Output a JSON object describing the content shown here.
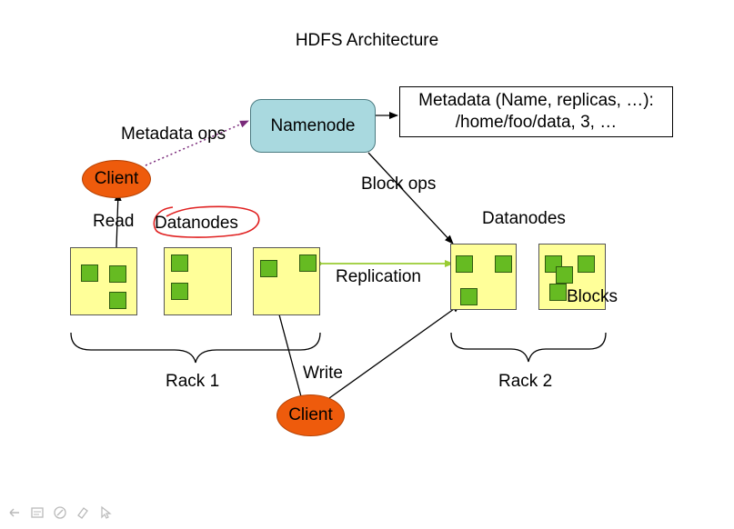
{
  "title": "HDFS Architecture",
  "namenode": {
    "label": "Namenode"
  },
  "metadata_box": {
    "line1": "Metadata (Name, replicas, …):",
    "line2": "/home/foo/data, 3, …"
  },
  "labels": {
    "metadata_ops": "Metadata ops",
    "block_ops": "Block ops",
    "read": "Read",
    "write": "Write",
    "replication": "Replication",
    "datanodes_left": "Datanodes",
    "datanodes_right": "Datanodes",
    "rack1": "Rack 1",
    "rack2": "Rack 2",
    "blocks": "Blocks"
  },
  "clients": {
    "top": "Client",
    "bottom": "Client"
  },
  "colors": {
    "namenode_fill": "#a9d9df",
    "client_fill": "#ee5b0c",
    "datanode_fill": "#ffff99",
    "block_fill": "#66bb22",
    "replication_line": "#99cc33",
    "metadata_ops_arrow": "#7a2a7a",
    "annotation_circle": "#e02020"
  },
  "toolbar_icons": [
    "arrow-icon",
    "slides-icon",
    "pen-icon",
    "eraser-icon",
    "pointer-icon"
  ]
}
